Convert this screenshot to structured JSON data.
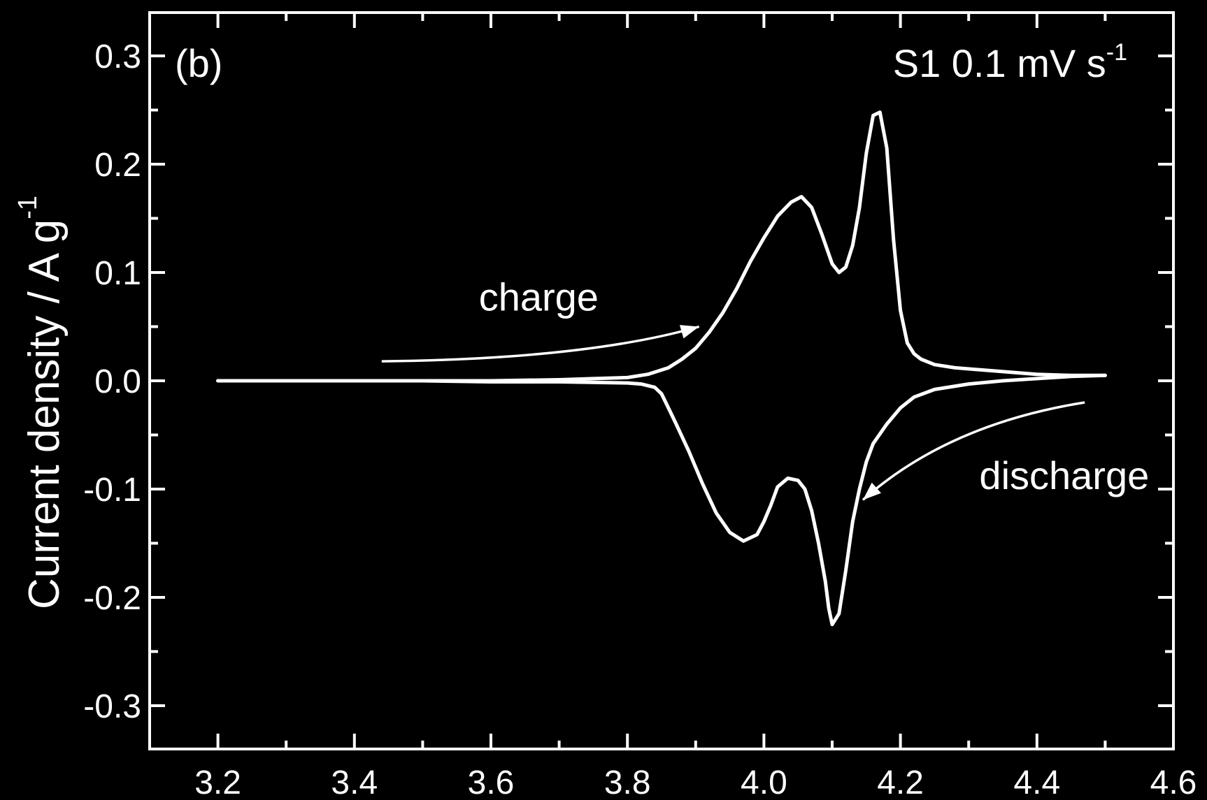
{
  "chart_data": {
    "type": "line",
    "panel_label": "(b)",
    "sample_label": {
      "text": "S1  0.1 mV s",
      "sup": "-1"
    },
    "ylabel": {
      "text": "Current density / A g",
      "sup": "-1"
    },
    "xlabel": "",
    "xlim": [
      3.1,
      4.6
    ],
    "ylim": [
      -0.34,
      0.34
    ],
    "x_ticks": [
      "3.2",
      "3.4",
      "3.6",
      "3.8",
      "4.0",
      "4.2",
      "4.4",
      "4.6"
    ],
    "x_tick_values": [
      3.2,
      3.4,
      3.6,
      3.8,
      4.0,
      4.2,
      4.4,
      4.6
    ],
    "y_ticks": [
      "-0.3",
      "-0.2",
      "-0.1",
      "0.0",
      "0.1",
      "0.2",
      "0.3"
    ],
    "y_tick_values": [
      -0.3,
      -0.2,
      -0.1,
      0.0,
      0.1,
      0.2,
      0.3
    ],
    "grid": false,
    "colors": {
      "background": "#000000",
      "foreground": "#ffffff"
    },
    "annotations": [
      {
        "text": "charge",
        "x": 3.67,
        "y": 0.065
      },
      {
        "text": "discharge",
        "x": 4.44,
        "y": -0.1
      }
    ],
    "arrows": [
      {
        "name": "charge",
        "from": [
          3.44,
          0.018
        ],
        "control": [
          3.74,
          0.02
        ],
        "to": [
          3.905,
          0.05
        ]
      },
      {
        "name": "discharge",
        "from": [
          4.47,
          -0.02
        ],
        "control": [
          4.27,
          -0.04
        ],
        "to": [
          4.145,
          -0.11
        ]
      }
    ],
    "series": [
      {
        "segment": "charge",
        "x": [
          3.2,
          3.3,
          3.4,
          3.5,
          3.6,
          3.7,
          3.75,
          3.8,
          3.83,
          3.86,
          3.88,
          3.9,
          3.92,
          3.94,
          3.96,
          3.98,
          4.0,
          4.02,
          4.04,
          4.055,
          4.07,
          4.085,
          4.1,
          4.11,
          4.12,
          4.13,
          4.14,
          4.15,
          4.16,
          4.17,
          4.18,
          4.19,
          4.2,
          4.21,
          4.22,
          4.23,
          4.25,
          4.28,
          4.32,
          4.36,
          4.4,
          4.45,
          4.5
        ],
        "y": [
          0.0,
          0.0,
          0.0,
          0.0,
          0.0,
          0.001,
          0.002,
          0.003,
          0.006,
          0.012,
          0.02,
          0.03,
          0.045,
          0.063,
          0.085,
          0.11,
          0.132,
          0.152,
          0.165,
          0.17,
          0.16,
          0.135,
          0.108,
          0.1,
          0.105,
          0.125,
          0.16,
          0.21,
          0.245,
          0.248,
          0.215,
          0.13,
          0.065,
          0.035,
          0.025,
          0.02,
          0.015,
          0.012,
          0.01,
          0.008,
          0.006,
          0.005,
          0.005
        ]
      },
      {
        "segment": "discharge",
        "x": [
          4.5,
          4.45,
          4.4,
          4.35,
          4.3,
          4.25,
          4.22,
          4.2,
          4.18,
          4.16,
          4.15,
          4.14,
          4.13,
          4.12,
          4.11,
          4.1,
          4.095,
          4.09,
          4.08,
          4.07,
          4.06,
          4.05,
          4.035,
          4.02,
          4.01,
          4.0,
          3.99,
          3.97,
          3.95,
          3.93,
          3.91,
          3.89,
          3.87,
          3.86,
          3.85,
          3.84,
          3.82,
          3.8,
          3.7,
          3.6,
          3.5,
          3.4,
          3.3,
          3.2
        ],
        "y": [
          0.005,
          0.004,
          0.002,
          0.0,
          -0.003,
          -0.008,
          -0.015,
          -0.025,
          -0.04,
          -0.058,
          -0.075,
          -0.1,
          -0.13,
          -0.175,
          -0.215,
          -0.225,
          -0.21,
          -0.185,
          -0.15,
          -0.12,
          -0.1,
          -0.092,
          -0.09,
          -0.098,
          -0.115,
          -0.13,
          -0.142,
          -0.148,
          -0.14,
          -0.122,
          -0.095,
          -0.065,
          -0.038,
          -0.025,
          -0.012,
          -0.006,
          -0.003,
          -0.002,
          -0.001,
          -0.001,
          0.0,
          0.0,
          0.0,
          0.0
        ]
      }
    ]
  }
}
